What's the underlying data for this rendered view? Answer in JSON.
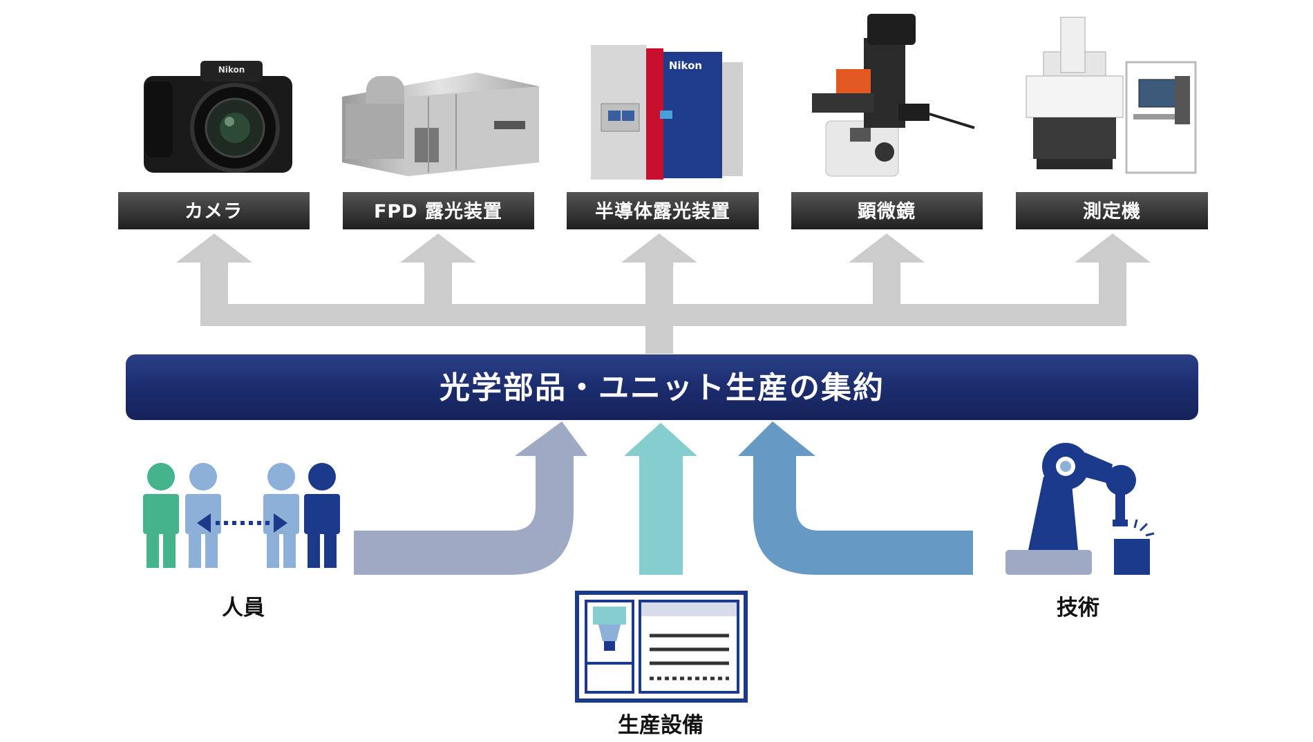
{
  "products": [
    {
      "label": "カメラ",
      "brand": "Nikon"
    },
    {
      "label": "FPD 露光装置",
      "brand": ""
    },
    {
      "label": "半導体露光装置",
      "brand": "Nikon"
    },
    {
      "label": "顕微鏡",
      "brand": ""
    },
    {
      "label": "測定機",
      "brand": ""
    }
  ],
  "center": {
    "label": "光学部品・ユニット生産の集約"
  },
  "inputs": {
    "people": "人員",
    "equipment": "生産設備",
    "technology": "技術"
  },
  "colors": {
    "label_bar": "#3a3a3a",
    "center_band": "#1c2d6e",
    "top_arrows": "#cccccc",
    "people_arrow": "#9ea9c4",
    "equipment_arrow": "#86cdd0",
    "technology_arrow": "#6699c4",
    "navy": "#1c3a8c",
    "green": "#45b48c",
    "lightblue": "#8db0d8"
  }
}
